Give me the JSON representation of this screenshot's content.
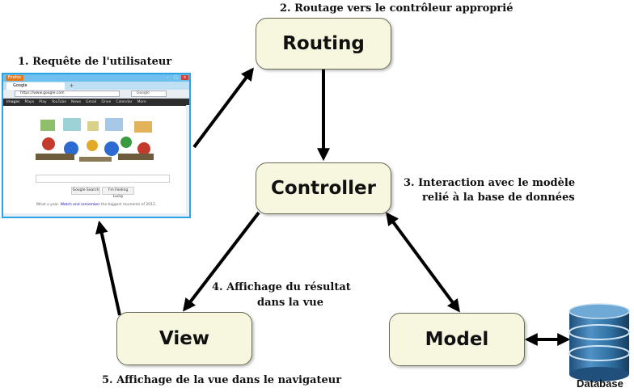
{
  "boxes": {
    "routing": "Routing",
    "controller": "Controller",
    "view": "View",
    "model": "Model"
  },
  "labels": {
    "step1": "1. Requête de l'utilisateur",
    "step2": "2. Routage vers le contrôleur approprié",
    "step3_line1": "3. Interaction avec le modèle",
    "step3_line2": "relié à la base de données",
    "step4_line1": "4. Affichage du résultat",
    "step4_line2": "dans la vue",
    "step5": "5. Affichage de la vue dans le navigateur"
  },
  "database": {
    "label": "Database",
    "icon": "database-icon",
    "color": "#2f6fa0"
  },
  "browser": {
    "menu_button": "Firefox",
    "tab_title": "Google",
    "url": "https://www.google.com",
    "search_placeholder": "Google",
    "nav_items": [
      "Images",
      "Maps",
      "Play",
      "YouTube",
      "News",
      "Gmail",
      "Drive",
      "Calendar",
      "More"
    ],
    "search_button": "Google Search",
    "lucky_button": "I'm Feeling Lucky",
    "footer_prefix": "What a year.",
    "footer_link": "Watch and remember",
    "footer_suffix": "the biggest moments of 2012."
  },
  "colors": {
    "box_fill": "#f7f7df",
    "box_border": "#6b6b55",
    "arrow": "#000000",
    "browser_frame": "#2aa4e6"
  }
}
